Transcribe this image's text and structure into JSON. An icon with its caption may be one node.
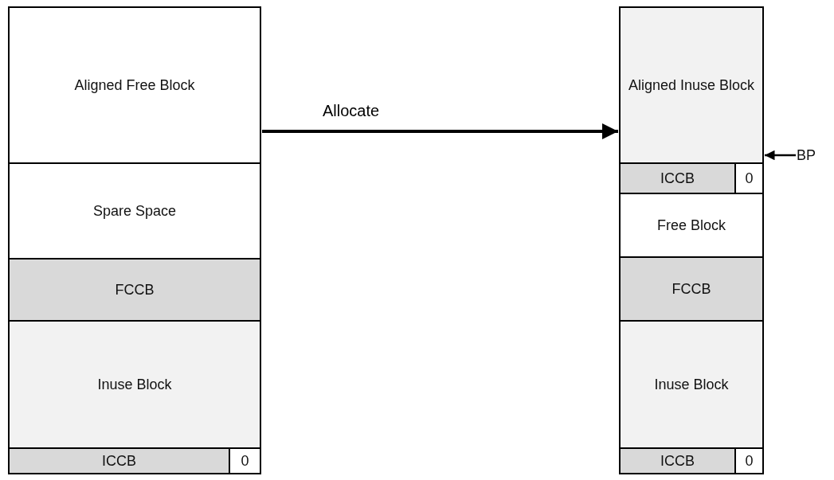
{
  "diagram": {
    "nodes": [
      {
        "text": [
          "Aligned Free Block"
        ]
      },
      {
        "text": [
          "Spare Space"
        ]
      },
      {
        "text": [
          "FCCB"
        ]
      },
      {
        "text": [
          "Inuse Block"
        ]
      },
      {
        "text": [
          "ICCB"
        ]
      },
      {
        "text": [
          "0"
        ]
      },
      {
        "text": [
          "Aligned Inuse Block"
        ]
      },
      {
        "text": [
          "ICCB"
        ]
      },
      {
        "text": [
          "0"
        ]
      },
      {
        "text": [
          "Free Block"
        ]
      },
      {
        "text": [
          "FCCB"
        ]
      },
      {
        "text": [
          "Inuse Block"
        ]
      },
      {
        "text": [
          "ICCB"
        ]
      },
      {
        "text": [
          "0"
        ]
      },
      {
        "text": [
          "BP"
        ]
      }
    ],
    "edges": [
      {
        "from": 0,
        "to": 6,
        "arrow": "to",
        "label": "Allocate"
      },
      {
        "from": 14,
        "to": 6,
        "arrow": "to"
      }
    ]
  }
}
